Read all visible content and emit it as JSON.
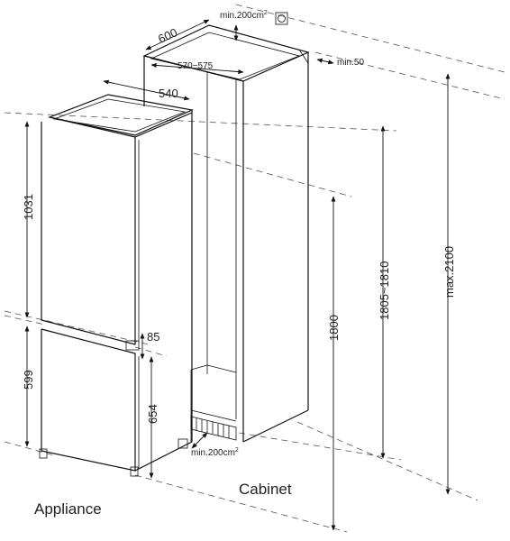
{
  "labels": {
    "cabinet_depth": "600",
    "vent_top": "min.200cm",
    "vent_top_sup": "2",
    "cabinet_width": "570~575",
    "gap_back": "min.50",
    "appliance_width": "540",
    "freezer_door": "1031",
    "fridge_door": "599",
    "door_gap": "85",
    "lower_height": "654",
    "vent_bottom": "min.200cm",
    "vent_bottom_sup": "2",
    "appliance_height": "1800",
    "niche_height": "1805~1810",
    "max_height": "max.2100"
  },
  "captions": {
    "appliance": "Appliance",
    "cabinet": "Cabinet"
  }
}
